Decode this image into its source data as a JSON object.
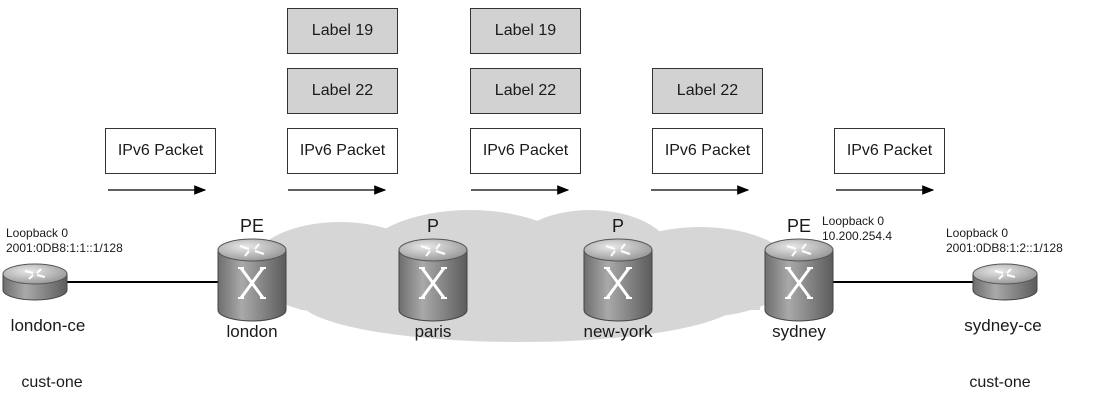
{
  "colors": {
    "packet_fill": "#ffffff",
    "label_fill": "#d2d2d2",
    "cloud_fill": "#d6d6d6",
    "router_body": "#8a8a8a",
    "link": "#000000"
  },
  "stacks": [
    {
      "id": "s1",
      "items": [
        "IPv6 Packet"
      ]
    },
    {
      "id": "s2",
      "items": [
        "Label 19",
        "Label 22",
        "IPv6 Packet"
      ]
    },
    {
      "id": "s3",
      "items": [
        "Label 19",
        "Label 22",
        "IPv6 Packet"
      ]
    },
    {
      "id": "s4",
      "items": [
        "Label 22",
        "IPv6 Packet"
      ]
    },
    {
      "id": "s5",
      "items": [
        "IPv6 Packet"
      ]
    }
  ],
  "routers": [
    {
      "id": "london-ce",
      "name": "london-ce",
      "role": "",
      "icon": "router-icon"
    },
    {
      "id": "london",
      "name": "london",
      "role": "PE",
      "icon": "switch-router-icon"
    },
    {
      "id": "paris",
      "name": "paris",
      "role": "P",
      "icon": "switch-router-icon"
    },
    {
      "id": "new-york",
      "name": "new-york",
      "role": "P",
      "icon": "switch-router-icon"
    },
    {
      "id": "sydney",
      "name": "sydney",
      "role": "PE",
      "icon": "switch-router-icon"
    },
    {
      "id": "sydney-ce",
      "name": "sydney-ce",
      "role": "",
      "icon": "router-icon"
    }
  ],
  "loopbacks": {
    "london_ce": {
      "title": "Loopback 0",
      "address": "2001:0DB8:1:1::1/128"
    },
    "sydney": {
      "title": "Loopback 0",
      "address": "10.200.254.4"
    },
    "sydney_ce": {
      "title": "Loopback 0",
      "address": "2001:0DB8:1:2::1/128"
    }
  },
  "customers": {
    "left": "cust-one",
    "right": "cust-one"
  }
}
